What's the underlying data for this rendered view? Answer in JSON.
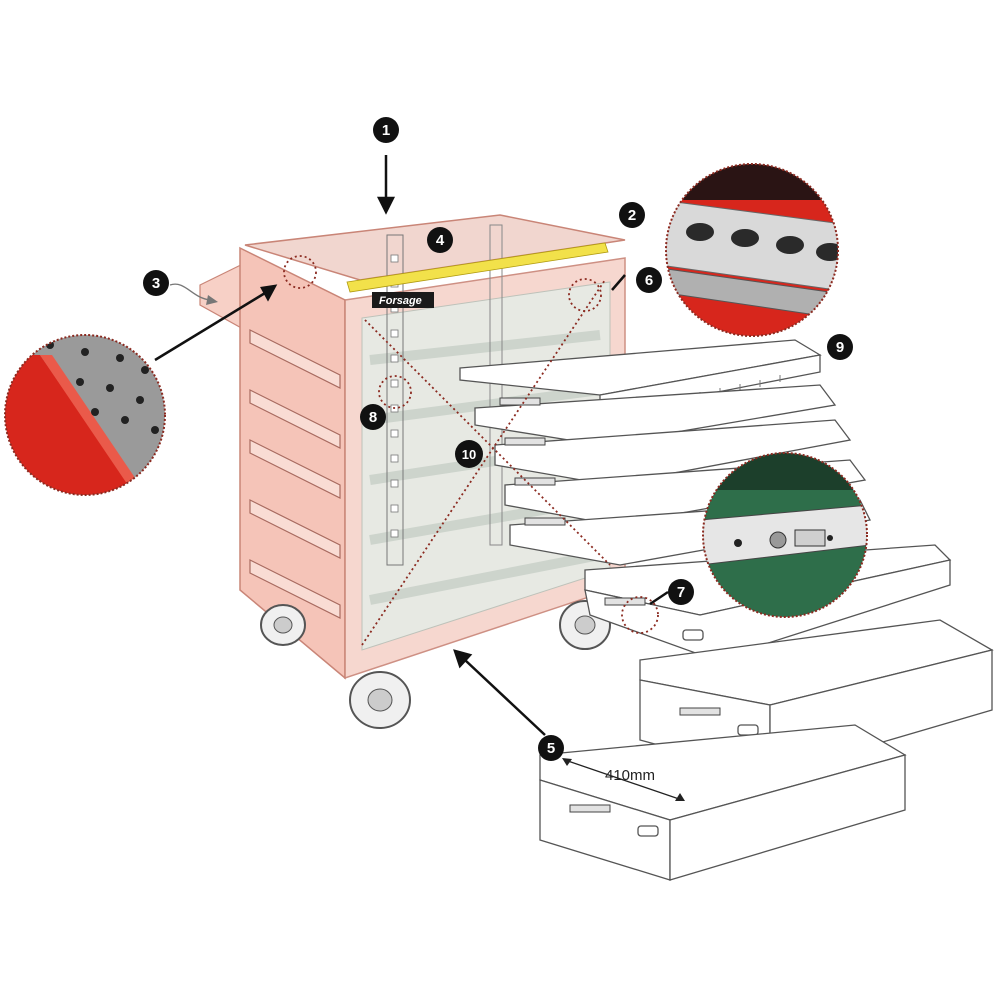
{
  "callouts": [
    {
      "id": 1,
      "label": "1"
    },
    {
      "id": 2,
      "label": "2"
    },
    {
      "id": 3,
      "label": "3"
    },
    {
      "id": 4,
      "label": "4"
    },
    {
      "id": 5,
      "label": "5"
    },
    {
      "id": 6,
      "label": "6"
    },
    {
      "id": 7,
      "label": "7"
    },
    {
      "id": 8,
      "label": "8"
    },
    {
      "id": 9,
      "label": "9"
    },
    {
      "id": 10,
      "label": "10"
    }
  ],
  "dimension": {
    "label": "410mm"
  },
  "brand": {
    "logo": "Forsage"
  },
  "colors": {
    "cabinet": "#f4c3b8",
    "cabinet_edge": "#d88f82",
    "accent_red": "#d9261c",
    "trim_yellow": "#f2e14a",
    "drawer_line": "#555555",
    "slide_green": "#2e6e4a",
    "callout_black": "#111111"
  }
}
